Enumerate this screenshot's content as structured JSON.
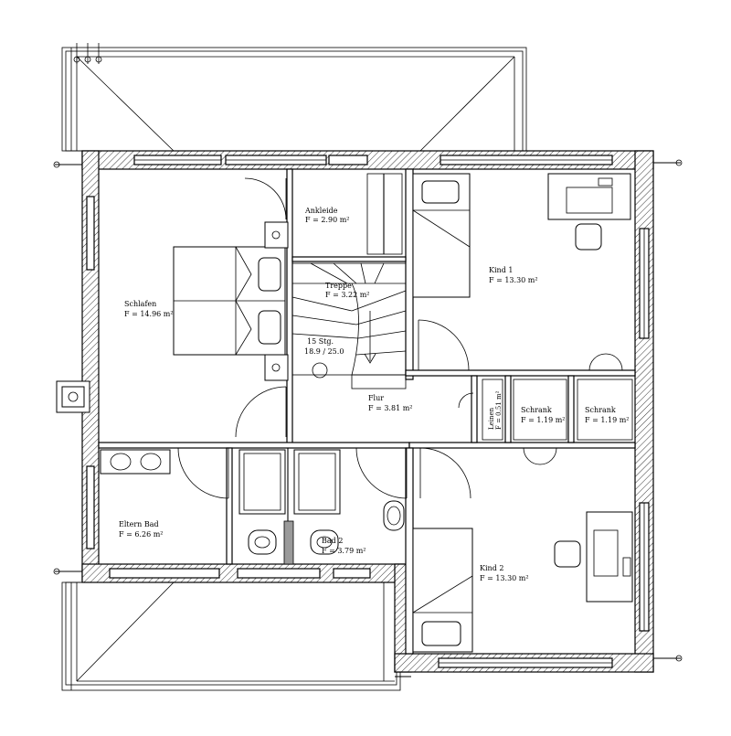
{
  "floor_plan": {
    "rooms": [
      {
        "id": "schlafen",
        "name": "Schlafen",
        "area": "F = 14.96 m²"
      },
      {
        "id": "ankleide",
        "name": "Ankleide",
        "area": "F = 2.90 m²"
      },
      {
        "id": "treppe",
        "name": "Treppe",
        "area": "F = 3.22 m²"
      },
      {
        "id": "kind1",
        "name": "Kind 1",
        "area": "F = 13.30 m²"
      },
      {
        "id": "flur",
        "name": "Flur",
        "area": "F = 3.81 m²"
      },
      {
        "id": "leinen",
        "name": "Leinen",
        "area": "F = 0.51 m²"
      },
      {
        "id": "schrank1",
        "name": "Schrank",
        "area": "F = 1.19 m²"
      },
      {
        "id": "schrank2",
        "name": "Schrank",
        "area": "F = 1.19 m²"
      },
      {
        "id": "eltern_bad",
        "name": "Eltern Bad",
        "area": "F = 6.26 m²"
      },
      {
        "id": "bad2",
        "name": "Bad 2",
        "area": "F = 3.79 m²"
      },
      {
        "id": "kind2",
        "name": "Kind 2",
        "area": "F = 13.30 m²"
      }
    ],
    "stairs": {
      "steps": "15 Stg.",
      "dimensions": "18.9 / 25.0"
    }
  }
}
